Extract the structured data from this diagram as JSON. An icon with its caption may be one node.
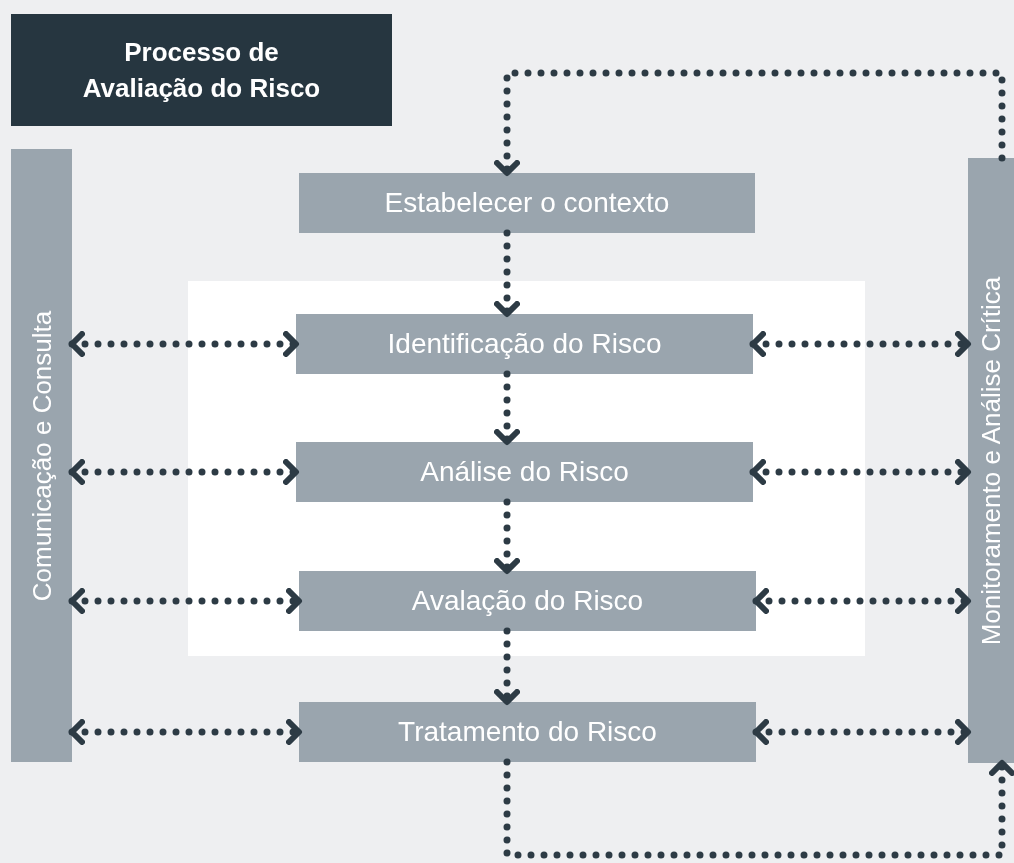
{
  "diagram": {
    "nodes": [
      {
        "text": [
          "Processo de Avaliação do Risco"
        ]
      },
      {
        "text": [
          "Comunicação e Consulta"
        ]
      },
      {
        "text": [
          "Estabelecer o contexto"
        ]
      },
      {
        "text": [],
        "shape": "box"
      },
      {
        "text": [
          "Identificação do Risco"
        ],
        "in": 3
      },
      {
        "text": [
          "Análise do Risco"
        ],
        "in": 3
      },
      {
        "text": [
          "Avalação do Risco"
        ],
        "in": 3
      },
      {
        "text": [
          "Tratamento do Risco"
        ]
      },
      {
        "text": [
          "Monitoramento e Análise Crítica"
        ]
      }
    ],
    "edges": [
      {
        "from": 8,
        "to": 2,
        "arrow": "to"
      },
      {
        "from": 2,
        "to": 4,
        "arrow": "to"
      },
      {
        "from": 1,
        "to": 4,
        "arrow": "both"
      },
      {
        "from": 4,
        "to": 8,
        "arrow": "both"
      },
      {
        "from": 4,
        "to": 5,
        "arrow": "to"
      },
      {
        "from": 1,
        "to": 5,
        "arrow": "both"
      },
      {
        "from": 5,
        "to": 8,
        "arrow": "both"
      },
      {
        "from": 5,
        "to": 6,
        "arrow": "to"
      },
      {
        "from": 1,
        "to": 6,
        "arrow": "both"
      },
      {
        "from": 6,
        "to": 8,
        "arrow": "both"
      },
      {
        "from": 6,
        "to": 7,
        "arrow": "to"
      },
      {
        "from": 1,
        "to": 7,
        "arrow": "both"
      },
      {
        "from": 7,
        "to": 8,
        "arrow": "both"
      },
      {
        "from": 7,
        "to": 8,
        "arrow": "to"
      }
    ]
  }
}
